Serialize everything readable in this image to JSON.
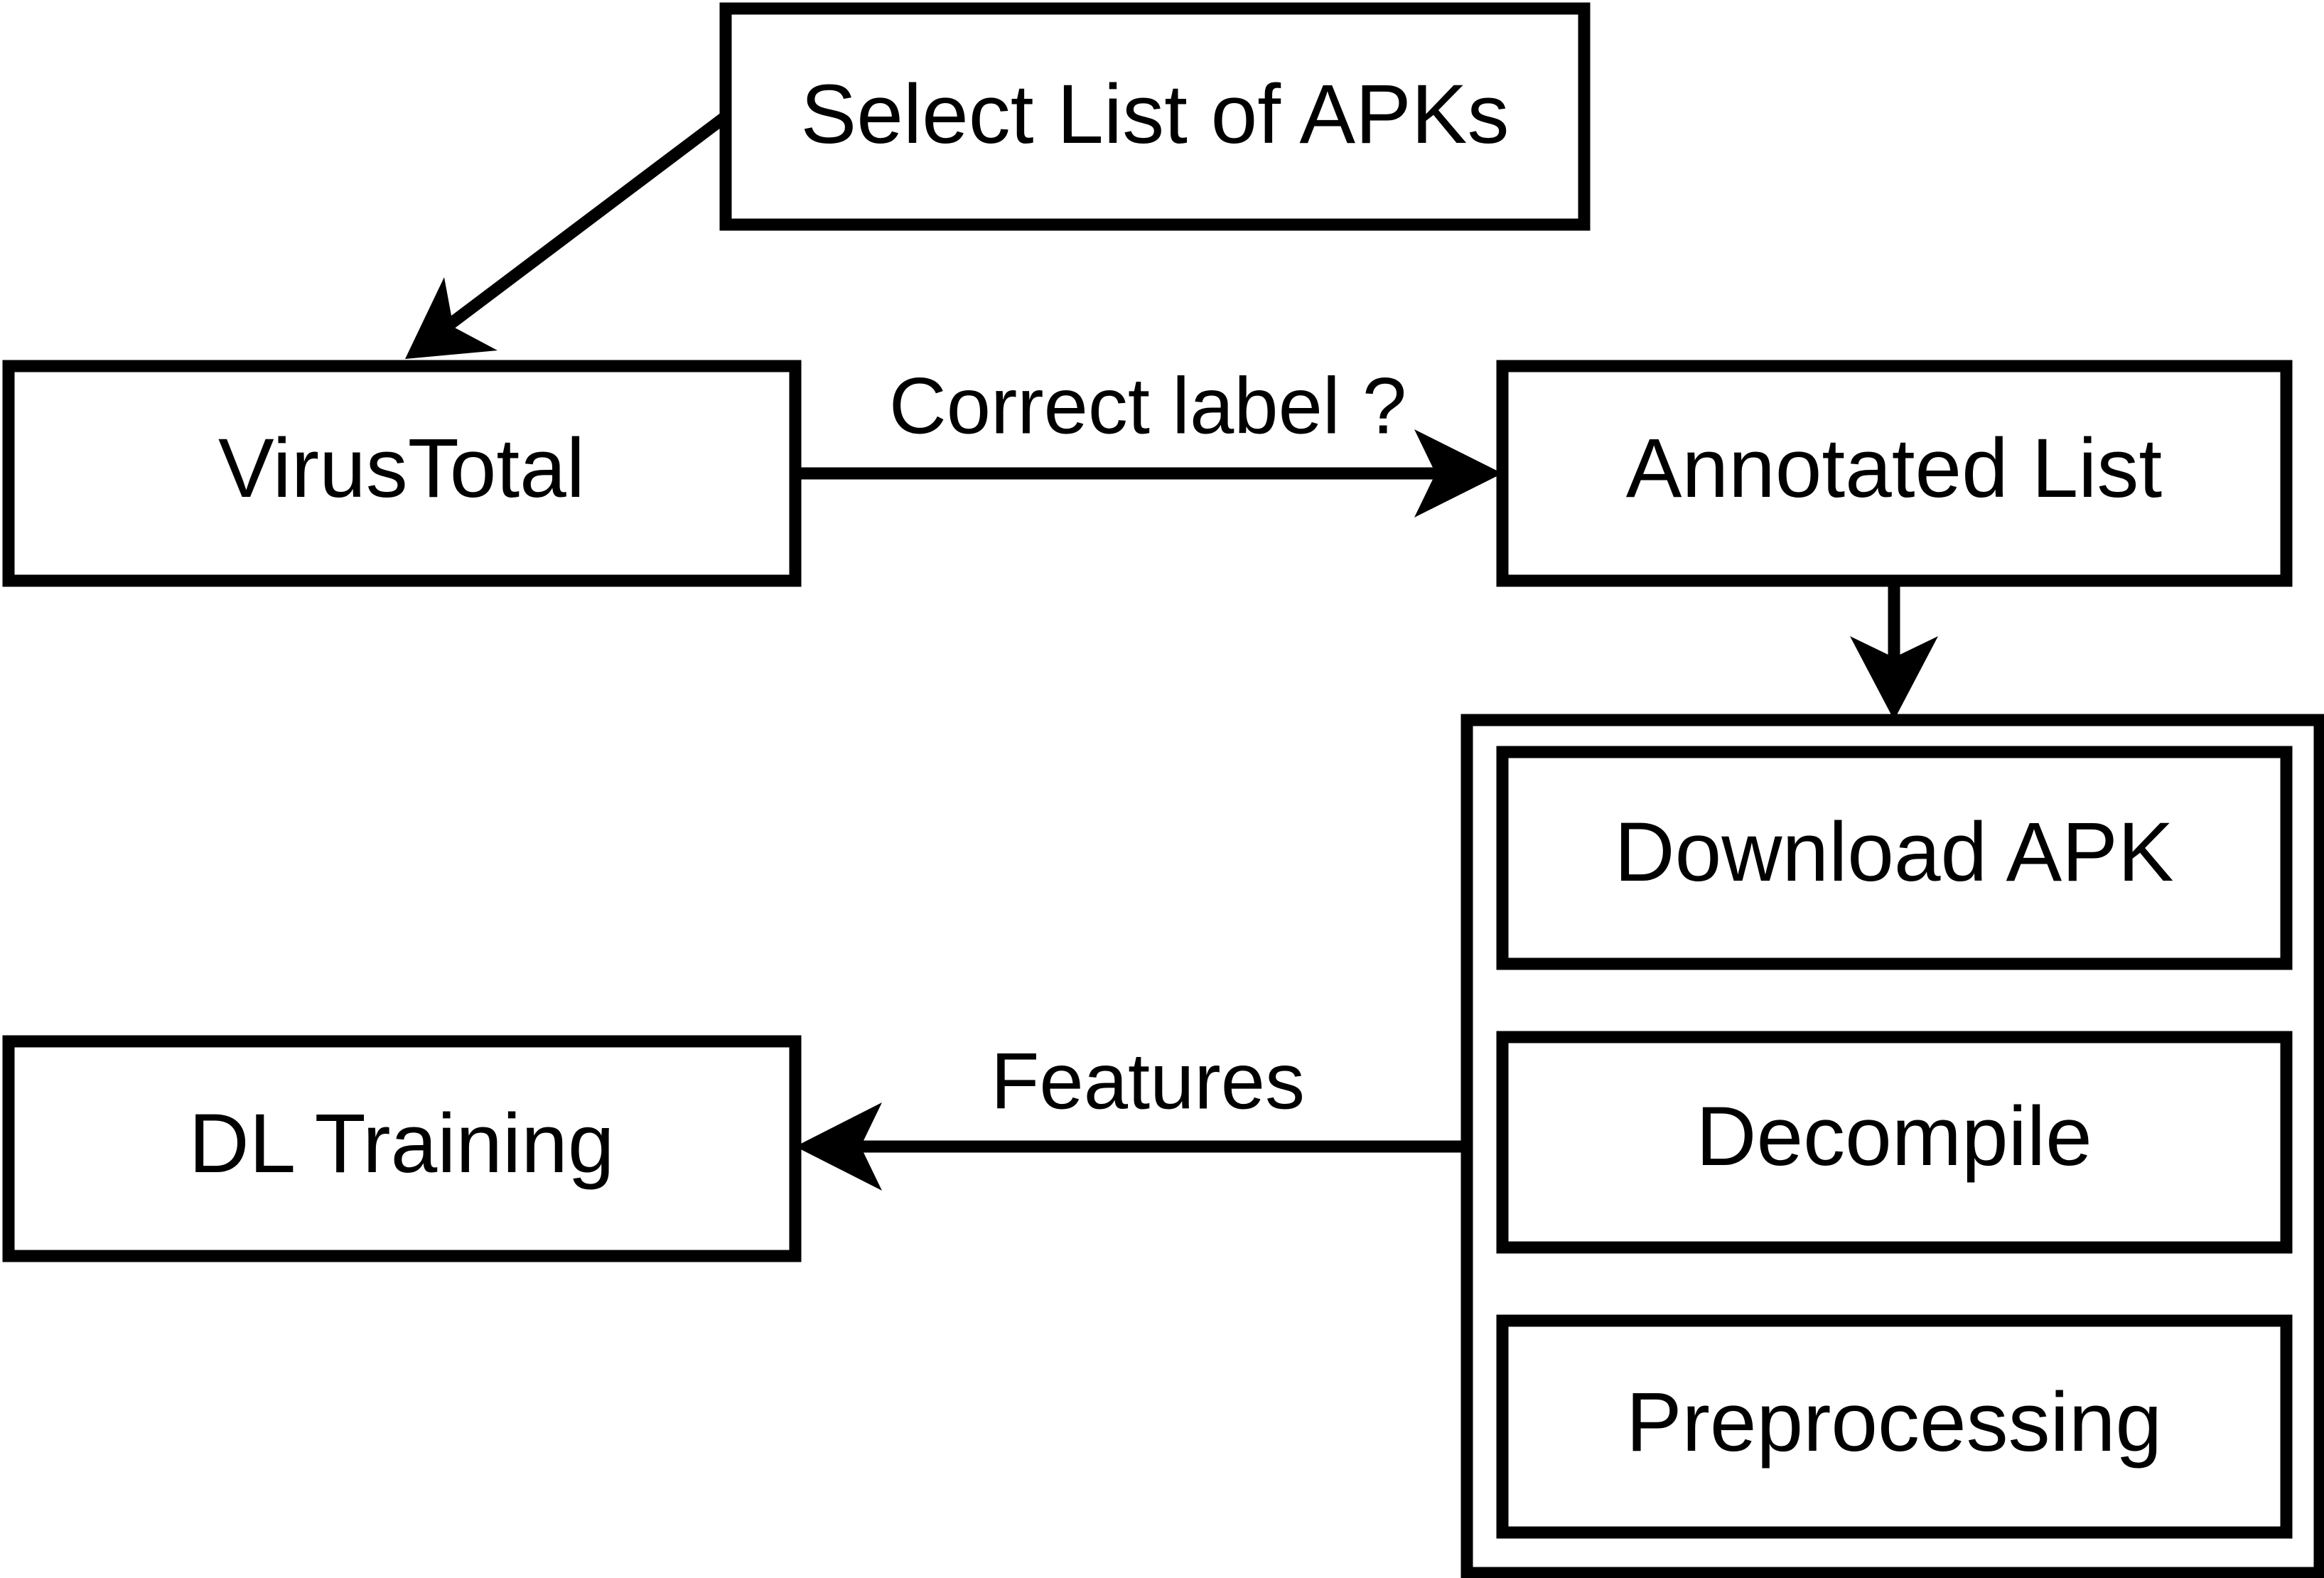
{
  "nodes": {
    "select_list": {
      "label": "Select List of APKs"
    },
    "virustotal": {
      "label": "VirusTotal"
    },
    "annotated_list": {
      "label": "Annotated List"
    },
    "download_apk": {
      "label": "Download APK"
    },
    "decompile": {
      "label": "Decompile"
    },
    "preprocessing": {
      "label": "Preprocessing"
    },
    "dl_training": {
      "label": "DL Training"
    }
  },
  "edges": {
    "correct_label": {
      "label": "Correct label ?"
    },
    "features": {
      "label": "Features"
    }
  },
  "colors": {
    "stroke": "#000000",
    "background": "#ffffff"
  }
}
